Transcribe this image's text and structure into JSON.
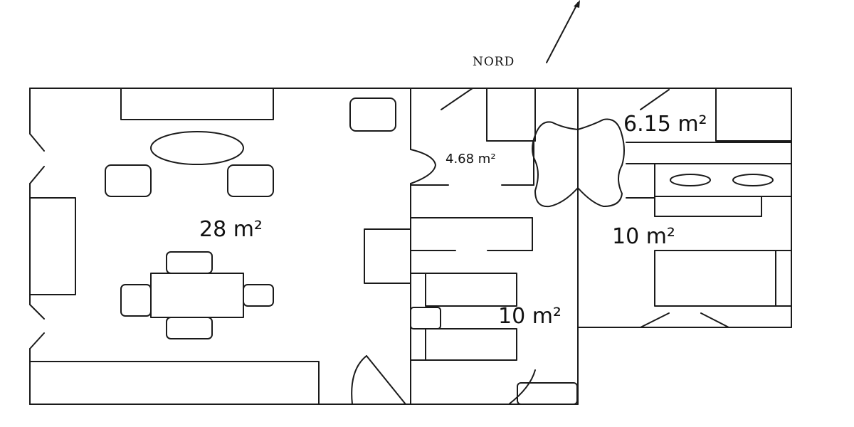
{
  "north": {
    "label": "NORD"
  },
  "rooms": {
    "living": {
      "area": "28 m²"
    },
    "hall": {
      "area": "4.68 m²"
    },
    "bathroom": {
      "area": "6.15 m²"
    },
    "bedroom_east": {
      "area": "10 m²"
    },
    "bedroom_middle": {
      "area": "10 m²"
    }
  }
}
